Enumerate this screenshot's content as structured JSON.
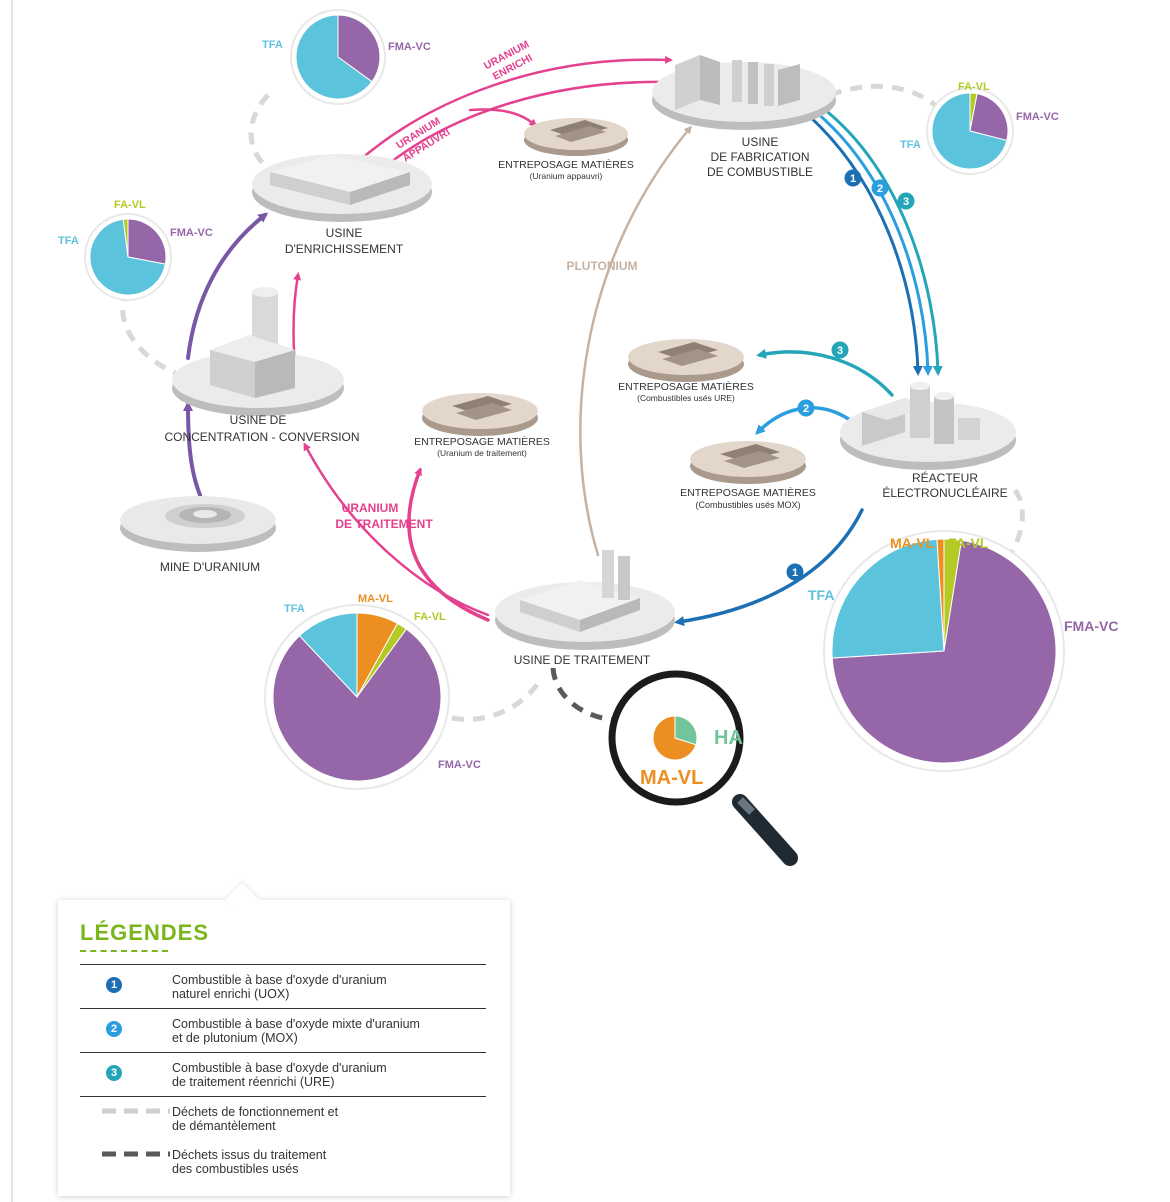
{
  "colors": {
    "tfa": "#5bc3dc",
    "fma_vc": "#9566a8",
    "fa_vl": "#b5c925",
    "ma_vl": "#ec8f20",
    "ha": "#72c59a",
    "magenta": "#e4418f",
    "purple": "#7a56a6",
    "uox": "#1d6fb4",
    "mox": "#2b9ee0",
    "ure": "#24a6b8",
    "plutonium": "#c6b2a2",
    "legend_title": "#7bb51c"
  },
  "facilities": {
    "mine": "MINE D'URANIUM",
    "conversion_line1": "USINE DE",
    "conversion_line2": "CONCENTRATION - CONVERSION",
    "enrichment_line1": "USINE",
    "enrichment_line2": "D'ENRICHISSEMENT",
    "fabrication_line1": "USINE",
    "fabrication_line2": "DE FABRICATION",
    "fabrication_line3": "DE COMBUSTIBLE",
    "reactor_line1": "RÉACTEUR",
    "reactor_line2": "ÉLECTRONUCLÉAIRE",
    "treatment": "USINE DE TRAITEMENT"
  },
  "storages": {
    "depleted_line1": "ENTREPOSAGE MATIÈRES",
    "depleted_line2": "(Uranium appauvri)",
    "reprocessed_line1": "ENTREPOSAGE MATIÈRES",
    "reprocessed_line2": "(Uranium de traitement)",
    "ure_line1": "ENTREPOSAGE MATIÈRES",
    "ure_line2": "(Combustibles usés URE)",
    "mox_line1": "ENTREPOSAGE MATIÈRES",
    "mox_line2": "(Combustibles usés MOX)"
  },
  "flows": {
    "enriched_line1": "URANIUM",
    "enriched_line2": "ENRICHI",
    "depleted_line1": "URANIUM",
    "depleted_line2": "APPAUVRI",
    "reprocessed_line1": "URANIUM",
    "reprocessed_line2": "DE TRAITEMENT",
    "plutonium": "PLUTONIUM",
    "num1": "1",
    "num2": "2",
    "num3": "3"
  },
  "waste": {
    "labels": {
      "tfa": "TFA",
      "fma_vc": "FMA-VC",
      "fa_vl": "FA-VL",
      "ma_vl": "MA-VL",
      "ha": "HA"
    },
    "pies": {
      "enrichment": [
        {
          "cat": "fma_vc",
          "value": 35
        },
        {
          "cat": "tfa",
          "value": 65
        }
      ],
      "conversion": [
        {
          "cat": "fma_vc",
          "value": 28
        },
        {
          "cat": "tfa",
          "value": 70
        },
        {
          "cat": "fa_vl",
          "value": 2
        }
      ],
      "fabrication": [
        {
          "cat": "fa_vl",
          "value": 3
        },
        {
          "cat": "fma_vc",
          "value": 26
        },
        {
          "cat": "tfa",
          "value": 71
        }
      ],
      "reactor": [
        {
          "cat": "fa_vl",
          "value": 2.5
        },
        {
          "cat": "fma_vc",
          "value": 71.5
        },
        {
          "cat": "tfa",
          "value": 25
        },
        {
          "cat": "ma_vl",
          "value": 1
        }
      ],
      "treatment": [
        {
          "cat": "ma_vl",
          "value": 8
        },
        {
          "cat": "fa_vl",
          "value": 2
        },
        {
          "cat": "fma_vc",
          "value": 78
        },
        {
          "cat": "tfa",
          "value": 12
        }
      ],
      "magnifier": [
        {
          "cat": "ha",
          "value": 30
        },
        {
          "cat": "ma_vl",
          "value": 70
        }
      ]
    }
  },
  "legend": {
    "title": "LÉGENDES",
    "items": [
      {
        "key": "1",
        "color": "#1d6fb4",
        "line1": "Combustible à base d'oxyde d'uranium",
        "line2": "naturel enrichi (UOX)"
      },
      {
        "key": "2",
        "color": "#2b9ee0",
        "line1": "Combustible à base d'oxyde mixte d'uranium",
        "line2": "et de plutonium (MOX)"
      },
      {
        "key": "3",
        "color": "#24a6b8",
        "line1": "Combustible à base d'oxyde d'uranium",
        "line2": "de traitement réenrichi (URE)"
      },
      {
        "key": "",
        "color": "#cfcfcf",
        "line1": "Déchets de fonctionnement et",
        "line2": "de démantèlement"
      },
      {
        "key": "",
        "color": "#5a5a5a",
        "line1": "Déchets issus du traitement",
        "line2": "des combustibles usés"
      }
    ]
  }
}
